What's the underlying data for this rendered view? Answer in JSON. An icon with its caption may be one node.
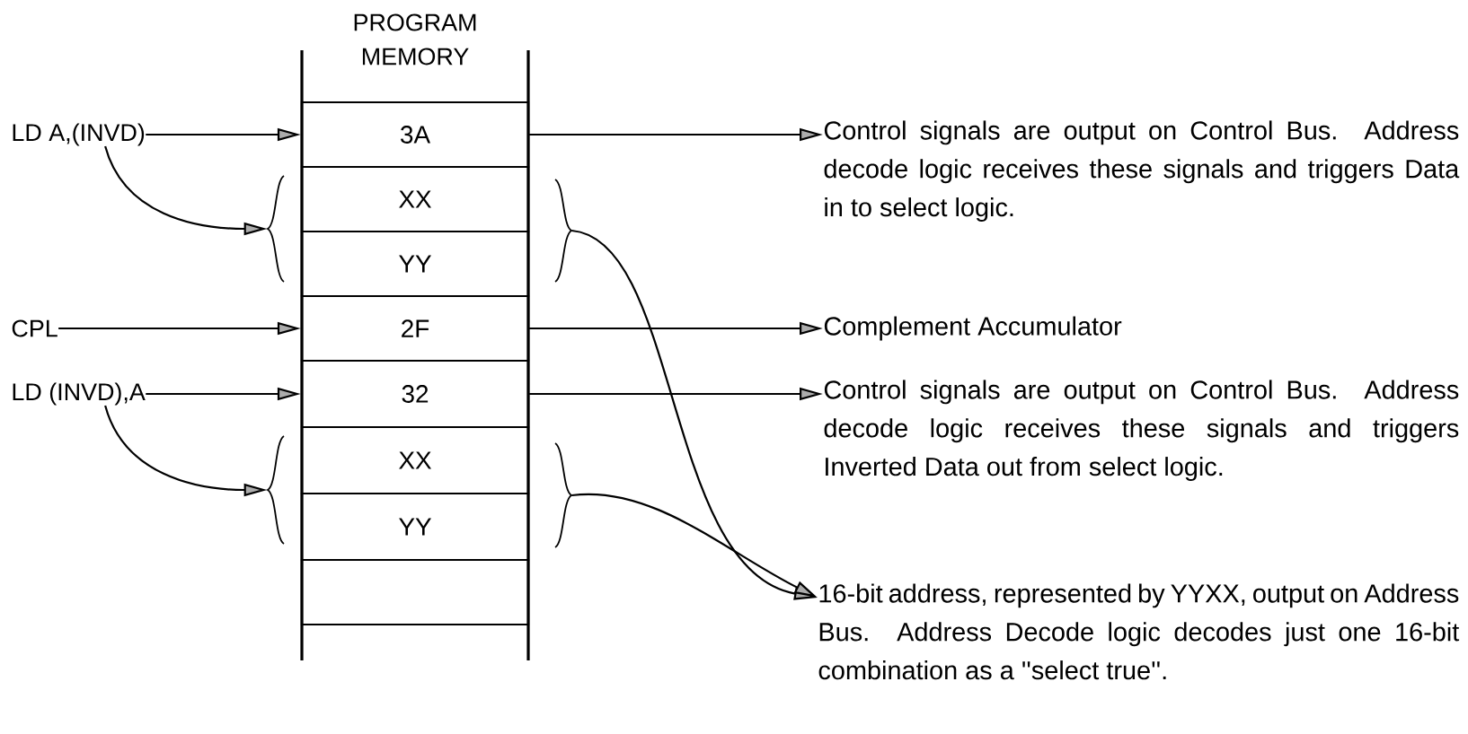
{
  "diagram": {
    "nodes": [
      {
        "text": [
          "PROGRAM MEMORY"
        ]
      },
      {
        "text": [
          "3A"
        ],
        "in": 0
      },
      {
        "text": [
          "XX"
        ],
        "in": 0
      },
      {
        "text": [
          "YY"
        ],
        "in": 0
      },
      {
        "text": [
          "2F"
        ],
        "in": 0
      },
      {
        "text": [
          "32"
        ],
        "in": 0
      },
      {
        "text": [
          "XX"
        ],
        "in": 0
      },
      {
        "text": [
          "YY"
        ],
        "in": 0
      },
      {
        "text": [],
        "shape": "box",
        "in": 0
      },
      {
        "text": [
          "LD A,(INVD)"
        ]
      },
      {
        "text": [
          "CPL"
        ]
      },
      {
        "text": [
          "LD (INVD),A"
        ]
      },
      {
        "text": [],
        "shape": "brace"
      },
      {
        "text": [],
        "shape": "brace"
      },
      {
        "text": [],
        "shape": "brace"
      },
      {
        "text": [],
        "shape": "brace"
      },
      {
        "text": [
          "Control signals are output on Control Bus. Address decode logic receives these signals and triggers Data in to select logic."
        ]
      },
      {
        "text": [
          "Complement Accumulator"
        ]
      },
      {
        "text": [
          "Control signals are output on Control Bus. Address decode logic receives these signals and triggers Inverted Data out from select logic."
        ]
      },
      {
        "text": [
          "16-bit address, represented by YYXX, output on Address Bus. Address Decode logic decodes just one 16-bit combination as a ''select true''."
        ]
      }
    ],
    "edges": [
      {
        "from": 9,
        "to": 1,
        "arrow": "to"
      },
      {
        "from": 10,
        "to": 4,
        "arrow": "to"
      },
      {
        "from": 11,
        "to": 5,
        "arrow": "to"
      },
      {
        "from": 9,
        "to": 12,
        "arrow": "to"
      },
      {
        "from": 11,
        "to": 14,
        "arrow": "to"
      },
      {
        "from": 1,
        "to": 16,
        "arrow": "to"
      },
      {
        "from": 4,
        "to": 17,
        "arrow": "to"
      },
      {
        "from": 5,
        "to": 18,
        "arrow": "to"
      },
      {
        "from": 13,
        "to": 19,
        "arrow": "to"
      },
      {
        "from": 15,
        "to": 19,
        "arrow": "to"
      }
    ]
  }
}
